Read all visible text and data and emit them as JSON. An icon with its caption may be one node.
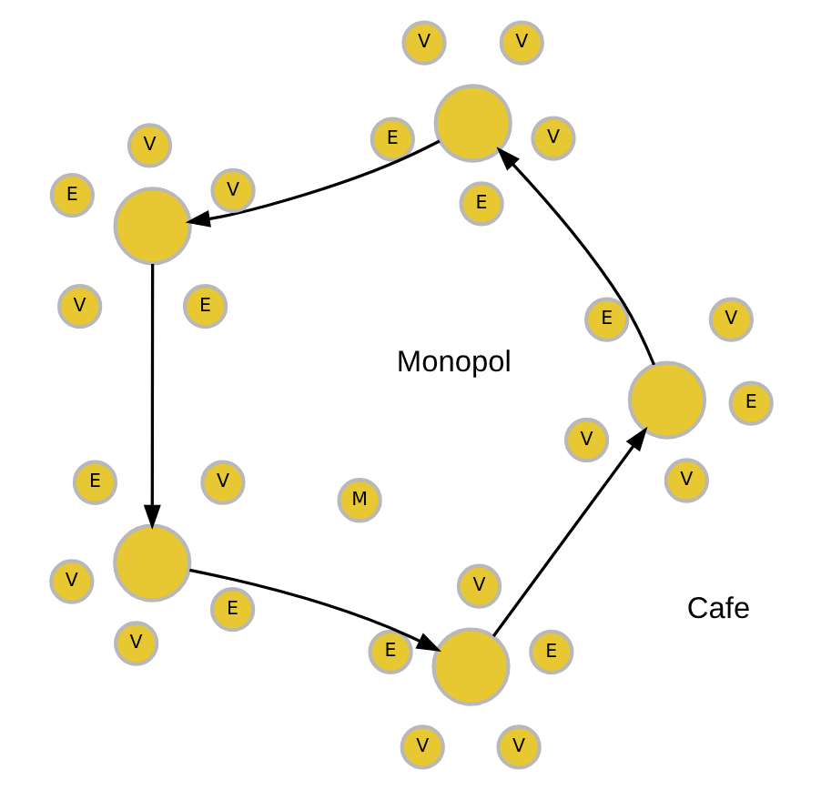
{
  "diagram": {
    "nodes": [
      {
        "text": [],
        "shape": "circle"
      },
      {
        "text": [
          "V"
        ]
      },
      {
        "text": [
          "E"
        ]
      },
      {
        "text": [
          "E"
        ]
      },
      {
        "text": [
          "V"
        ]
      },
      {
        "text": [
          "V"
        ]
      },
      {
        "text": [],
        "shape": "circle"
      },
      {
        "text": [
          "E"
        ]
      },
      {
        "text": [
          "V"
        ]
      },
      {
        "text": [
          "V"
        ]
      },
      {
        "text": [
          "E"
        ]
      },
      {
        "text": [
          "V"
        ]
      },
      {
        "text": [],
        "shape": "circle"
      },
      {
        "text": [
          "V"
        ]
      },
      {
        "text": [
          "E"
        ]
      },
      {
        "text": [
          "V"
        ]
      },
      {
        "text": [
          "V"
        ]
      },
      {
        "text": [
          "E"
        ]
      },
      {
        "text": [],
        "shape": "circle"
      },
      {
        "text": [
          "V"
        ]
      },
      {
        "text": [
          "V"
        ]
      },
      {
        "text": [
          "E"
        ]
      },
      {
        "text": [
          "E"
        ]
      },
      {
        "text": [
          "V"
        ]
      },
      {
        "text": [],
        "shape": "circle"
      },
      {
        "text": [
          "E"
        ]
      },
      {
        "text": [
          "V"
        ]
      },
      {
        "text": [
          "V"
        ]
      },
      {
        "text": [
          "V"
        ]
      },
      {
        "text": [
          "E"
        ]
      },
      {
        "text": [
          "M"
        ]
      }
    ],
    "edges": [
      {
        "from": 0,
        "to": 6,
        "arrow": "to"
      },
      {
        "from": 6,
        "to": 12,
        "arrow": "to"
      },
      {
        "from": 12,
        "to": 18,
        "arrow": "to"
      },
      {
        "from": 18,
        "to": 24,
        "arrow": "to"
      },
      {
        "from": 24,
        "to": 0,
        "arrow": "to"
      }
    ],
    "labels": [
      "Cafe",
      "Monopol"
    ]
  }
}
